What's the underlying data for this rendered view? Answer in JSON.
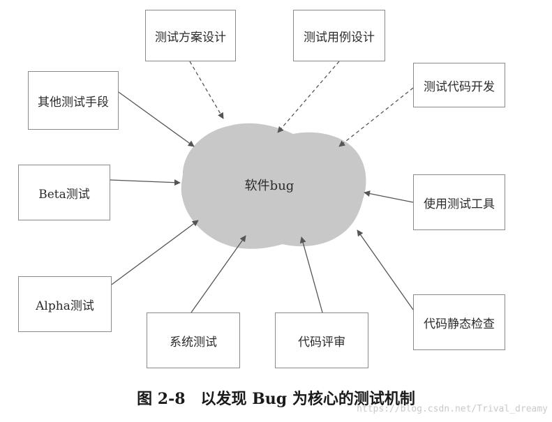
{
  "diagram": {
    "center": {
      "label": "软件bug",
      "fill_color": "#c8c8c8"
    },
    "nodes": [
      {
        "id": "test_plan_design",
        "label": "测试方案设计",
        "edge": "dashed"
      },
      {
        "id": "test_case_design",
        "label": "测试用例设计",
        "edge": "dashed"
      },
      {
        "id": "test_code_dev",
        "label": "测试代码开发",
        "edge": "dashed"
      },
      {
        "id": "other_test_means",
        "label": "其他测试手段",
        "edge": "solid"
      },
      {
        "id": "beta_test",
        "label": "Beta测试",
        "edge": "solid"
      },
      {
        "id": "use_test_tools",
        "label": "使用测试工具",
        "edge": "solid"
      },
      {
        "id": "alpha_test",
        "label": "Alpha测试",
        "edge": "solid"
      },
      {
        "id": "static_code_check",
        "label": "代码静态检查",
        "edge": "solid"
      },
      {
        "id": "system_test",
        "label": "系统测试",
        "edge": "solid"
      },
      {
        "id": "code_review",
        "label": "代码评审",
        "edge": "solid"
      }
    ],
    "line_color": "#555555",
    "box_border_color": "#8a8a8a"
  },
  "caption": "图 2-8　以发现 Bug 为核心的测试机制",
  "watermark": "https://blog.csdn.net/Trival_dreamy"
}
